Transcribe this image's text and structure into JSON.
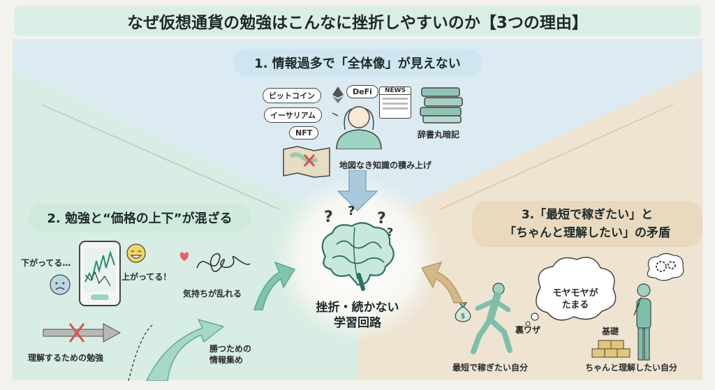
{
  "title": "なぜ仮想通貨の勉強はこんなに挫折しやすいのか【3つの理由】",
  "section1": {
    "heading": "1. 情報過多で「全体像」が見えない",
    "bubbles": [
      "ビットコイン",
      "DeFi",
      "イーサリアム",
      "NFT"
    ],
    "news_label": "NEWS",
    "books_label": "辞書丸暗記",
    "map_label": "地図なき知識の積み上げ"
  },
  "section2": {
    "heading": "2. 勉強と“価格の上下”が混ざる",
    "down_label": "下がってる…",
    "up_label": "上がってる！",
    "emotion_label": "気持ちが乱れる",
    "study_label": "理解するための勉強",
    "gather_label": "勝つための\n情報集め"
  },
  "section3": {
    "heading_line1": "3.「最短で稼ぎたい」と",
    "heading_line2": "「ちゃんと理解したい」の矛盾",
    "trick_label": "裏ワザ",
    "cloud_text": "モヤモヤが\nたまる",
    "foundation_label": "基礎",
    "fast_self_label": "最短で稼ぎたい自分",
    "understand_self_label": "ちゃんと理解したい自分"
  },
  "center": {
    "label": "挫折・続かない\n学習回路"
  },
  "colors": {
    "title_bg": "#dbeee6",
    "blue_zone": "#dcebf1",
    "green_zone": "#d8ede3",
    "tan_zone": "#efe4d2",
    "accent_teal": "#7fbfaa"
  }
}
